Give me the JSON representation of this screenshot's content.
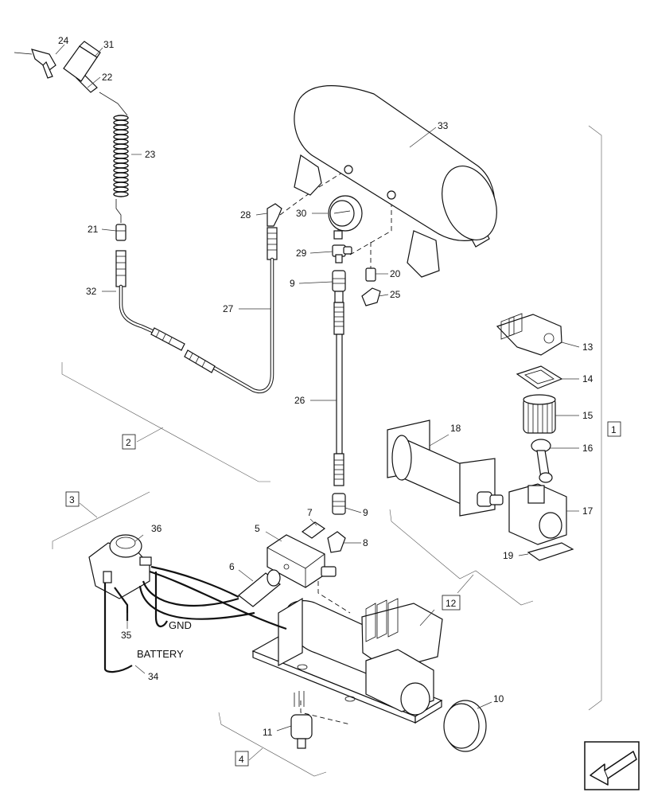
{
  "diagram": {
    "part_labels": {
      "p1": "1",
      "p2": "2",
      "p3": "3",
      "p4": "4",
      "p5": "5",
      "p6": "6",
      "p7": "7",
      "p8": "8",
      "p9a": "9",
      "p9b": "9",
      "p10": "10",
      "p11": "11",
      "p12": "12",
      "p13": "13",
      "p14": "14",
      "p15": "15",
      "p16": "16",
      "p17": "17",
      "p18": "18",
      "p19": "19",
      "p20": "20",
      "p21": "21",
      "p22": "22",
      "p23": "23",
      "p24": "24",
      "p25": "25",
      "p26": "26",
      "p27": "27",
      "p28": "28",
      "p29": "29",
      "p30": "30",
      "p31": "31",
      "p32": "32",
      "p33": "33",
      "p34": "34",
      "p35": "35",
      "p36": "36"
    },
    "wire_labels": {
      "gnd": "GND",
      "battery": "BATTERY"
    },
    "nav_icon": "next-page-arrow-icon"
  }
}
